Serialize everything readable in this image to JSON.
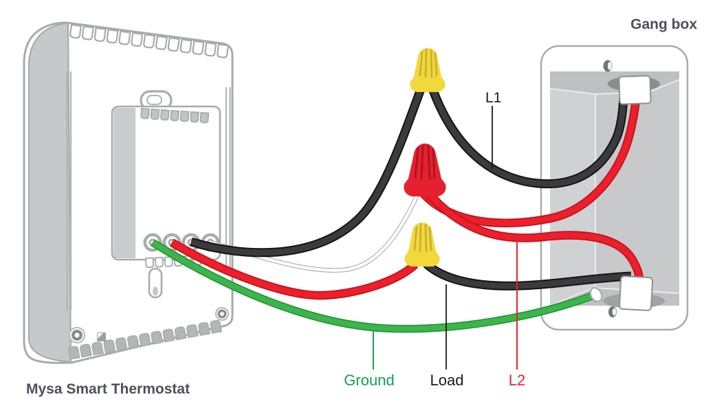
{
  "labels": {
    "thermostat_title": "Mysa Smart Thermostat",
    "gang_box_title": "Gang box",
    "l1": "L1",
    "l2": "L2",
    "load": "Load",
    "ground": "Ground"
  },
  "colors": {
    "title_text": "#4A515C",
    "l1_label": "#1A1A1A",
    "load_label": "#1A1A1A",
    "l2_label": "#E8212D",
    "ground_label": "#0FA352",
    "wire_black": "#3B3B3D",
    "wire_red": "#EC1F2B",
    "wire_green": "#3CB54A",
    "wire_white": "#FFFFFF",
    "nut_yellow": "#F2D83B",
    "nut_red": "#E6212F"
  }
}
